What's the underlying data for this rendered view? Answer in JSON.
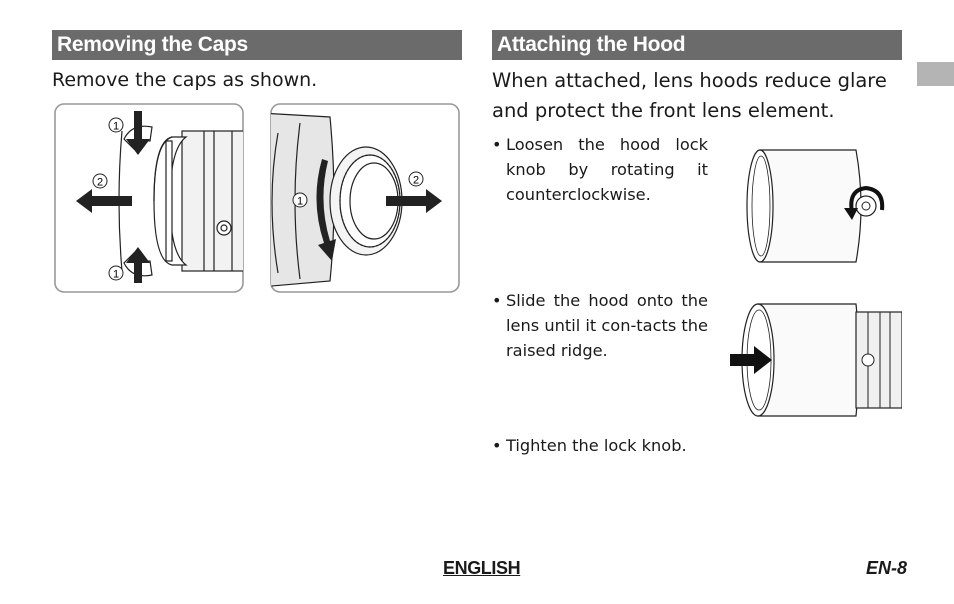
{
  "left_section": {
    "heading": "Removing the Caps",
    "intro": "Remove the caps as shown.",
    "figure1_callouts": [
      "1",
      "2",
      "1"
    ],
    "figure2_callouts": [
      "1",
      "2"
    ]
  },
  "right_section": {
    "heading": "Attaching the Hood",
    "intro": "When attached, lens hoods reduce glare and protect the front lens element.",
    "bullets": [
      {
        "bullet": "•",
        "text": "Loosen the hood lock knob by rotating it counterclockwise."
      },
      {
        "bullet": "•",
        "text": "Slide the hood onto the lens until it con-tacts the raised ridge."
      },
      {
        "bullet": "•",
        "text": "Tighten the lock knob."
      }
    ]
  },
  "footer": {
    "language": "ENGLISH",
    "page": "EN-8"
  }
}
